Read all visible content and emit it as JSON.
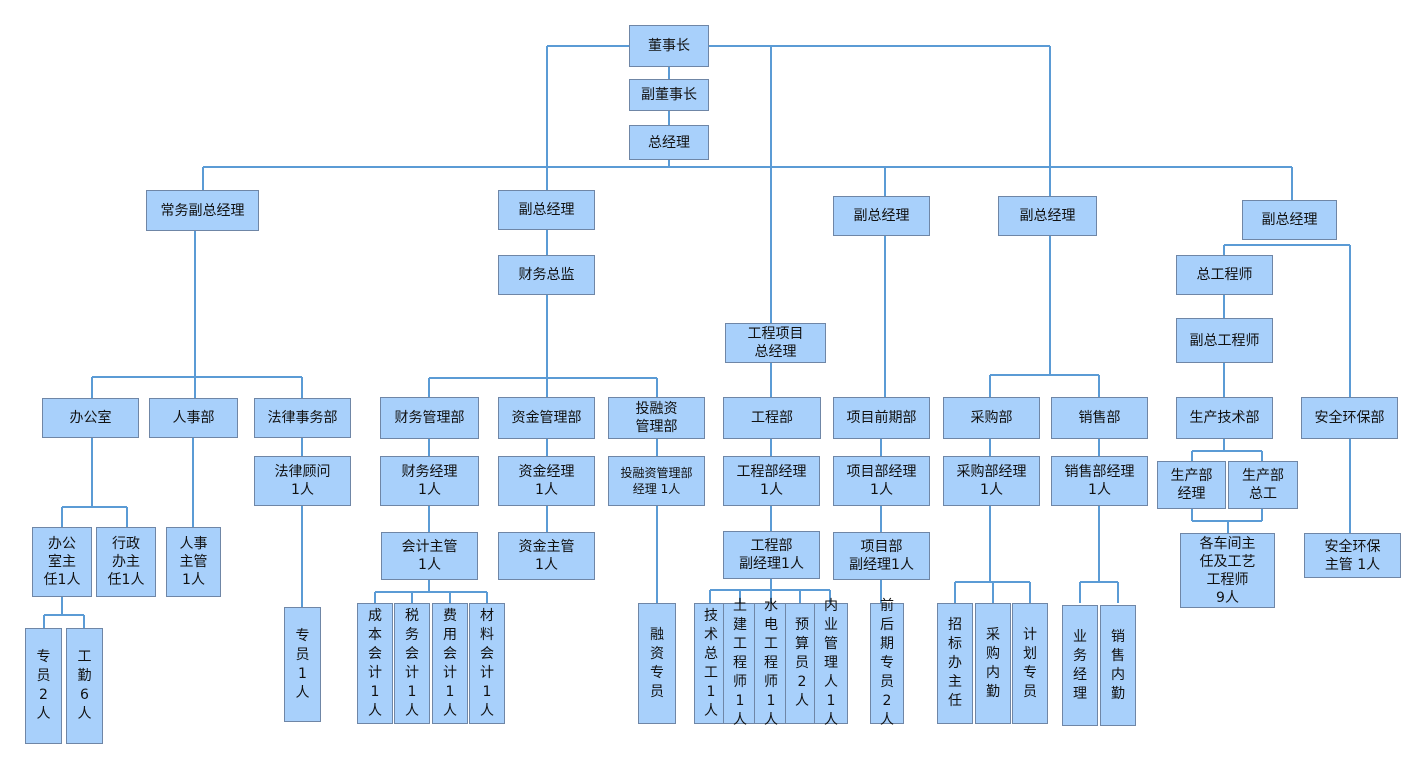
{
  "org_chart": {
    "nodes": [
      {
        "id": "chairman",
        "label": "董事长"
      },
      {
        "id": "vice-chairman",
        "label": "副董事长"
      },
      {
        "id": "gm",
        "label": "总经理"
      },
      {
        "id": "exec-vgm",
        "label": "常务副总经理"
      },
      {
        "id": "vgm-1",
        "label": "副总经理"
      },
      {
        "id": "cfo",
        "label": "财务总监"
      },
      {
        "id": "project-gm",
        "label": "工程项目\n总经理"
      },
      {
        "id": "vgm-2",
        "label": "副总经理"
      },
      {
        "id": "vgm-3",
        "label": "副总经理"
      },
      {
        "id": "vgm-4",
        "label": "副总经理"
      },
      {
        "id": "chief-engineer",
        "label": "总工程师"
      },
      {
        "id": "deputy-chief-engineer",
        "label": "副总工程师"
      },
      {
        "id": "office",
        "label": "办公室"
      },
      {
        "id": "hr",
        "label": "人事部"
      },
      {
        "id": "legal",
        "label": "法律事务部"
      },
      {
        "id": "finance-dept",
        "label": "财务管理部"
      },
      {
        "id": "fund-dept",
        "label": "资金管理部"
      },
      {
        "id": "investment-dept",
        "label": "投融资\n管理部"
      },
      {
        "id": "engineering-dept",
        "label": "工程部"
      },
      {
        "id": "preproject-dept",
        "label": "项目前期部"
      },
      {
        "id": "purchasing-dept",
        "label": "采购部"
      },
      {
        "id": "sales-dept",
        "label": "销售部"
      },
      {
        "id": "production-tech-dept",
        "label": "生产技术部"
      },
      {
        "id": "safety-dept",
        "label": "安全环保部"
      },
      {
        "id": "legal-advisor",
        "label": "法律顾问\n1人"
      },
      {
        "id": "finance-manager",
        "label": "财务经理\n1人"
      },
      {
        "id": "fund-manager",
        "label": "资金经理\n1人"
      },
      {
        "id": "investment-manager",
        "label": "投融资管理部\n经理 1人"
      },
      {
        "id": "engineering-manager",
        "label": "工程部经理\n1人"
      },
      {
        "id": "project-manager",
        "label": "项目部经理\n1人"
      },
      {
        "id": "purchasing-manager",
        "label": "采购部经理\n1人"
      },
      {
        "id": "sales-manager",
        "label": "销售部经理\n1人"
      },
      {
        "id": "production-manager",
        "label": "生产部\n经理"
      },
      {
        "id": "production-chief",
        "label": "生产部\n总工"
      },
      {
        "id": "accounting-supervisor",
        "label": "会计主管\n1人"
      },
      {
        "id": "fund-supervisor",
        "label": "资金主管\n1人"
      },
      {
        "id": "engineering-deputy",
        "label": "工程部\n副经理1人"
      },
      {
        "id": "project-deputy",
        "label": "项目部\n副经理1人"
      },
      {
        "id": "workshop-directors",
        "label": "各车间主\n任及工艺\n工程师\n9人"
      },
      {
        "id": "safety-supervisor",
        "label": "安全环保\n主管  1人"
      },
      {
        "id": "office-director",
        "label": "办公\n室主\n任1人"
      },
      {
        "id": "admin-office",
        "label": "行政\n办主\n任1人"
      },
      {
        "id": "hr-supervisor",
        "label": "人事\n主管\n1人"
      },
      {
        "id": "clerk-2",
        "label": "专\n员\n2\n人"
      },
      {
        "id": "attendance-6",
        "label": "工\n勤\n6\n人"
      },
      {
        "id": "legal-clerk",
        "label": "专\n员\n1\n人"
      },
      {
        "id": "cost-accountant",
        "label": "成\n本\n会\n计\n1\n人"
      },
      {
        "id": "tax-accountant",
        "label": "税\n务\n会\n计\n1\n人"
      },
      {
        "id": "expense-accountant",
        "label": "费\n用\n会\n计\n1\n人"
      },
      {
        "id": "material-accountant",
        "label": "材\n料\n会\n计\n1\n人"
      },
      {
        "id": "financing-clerk",
        "label": "融\n资\n专\n员"
      },
      {
        "id": "tech-chief",
        "label": "技\n术\n总\n工\n1\n人"
      },
      {
        "id": "civil-engineer",
        "label": "土\n建\n工\n程\n师\n1\n人"
      },
      {
        "id": "mep-engineer",
        "label": "水\n电\n工\n程\n师\n1\n人"
      },
      {
        "id": "budgeter",
        "label": "预\n算\n员\n2\n人"
      },
      {
        "id": "internal-manager",
        "label": "内\n业\n管\n理\n人\n1\n人"
      },
      {
        "id": "preproject-clerk",
        "label": "前\n后\n期\n专\n员\n2\n人"
      },
      {
        "id": "bidding-director",
        "label": "招\n标\n办\n主\n任"
      },
      {
        "id": "purchasing-staff",
        "label": "采\n购\n内\n勤"
      },
      {
        "id": "planning-clerk",
        "label": "计\n划\n专\n员"
      },
      {
        "id": "sales-business-manager",
        "label": "业\n务\n经\n理"
      },
      {
        "id": "sales-staff",
        "label": "销\n售\n内\n勤"
      }
    ],
    "line_color": "#5b9bd5",
    "node_fill": "#a8d0fb",
    "node_border": "#6f86a6"
  }
}
